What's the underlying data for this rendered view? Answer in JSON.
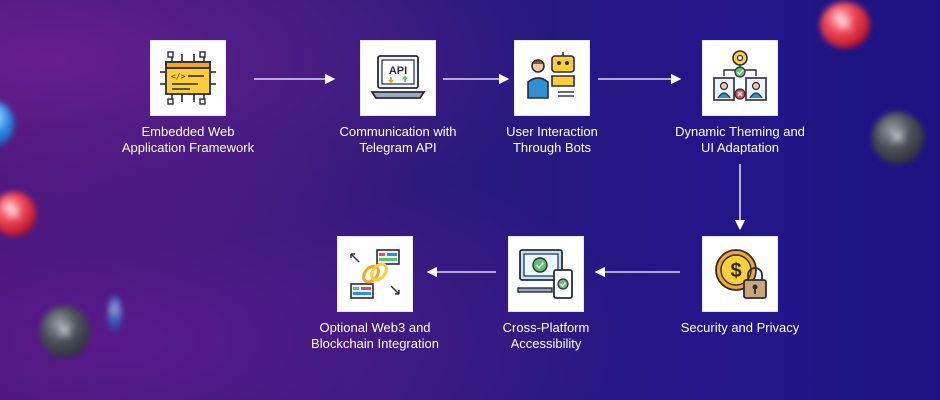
{
  "steps": [
    {
      "line1": "Embedded Web",
      "line2": "Application Framework",
      "icon": "code-window-icon"
    },
    {
      "line1": "Communication with",
      "line2": "Telegram API",
      "icon": "api-laptop-icon",
      "icon_text": "API"
    },
    {
      "line1": "User Interaction",
      "line2": "Through Bots",
      "icon": "user-bot-icon"
    },
    {
      "line1": "Dynamic Theming and",
      "line2": "UI Adaptation",
      "icon": "theme-settings-icon"
    },
    {
      "line1": "Security and Privacy",
      "line2": "",
      "icon": "secure-coin-lock-icon"
    },
    {
      "line1": "Cross-Platform",
      "line2": "Accessibility",
      "icon": "devices-check-icon"
    },
    {
      "line1": "Optional Web3 and",
      "line2": "Blockchain Integration",
      "icon": "blockchain-link-icon"
    }
  ],
  "colors": {
    "accent_yellow": "#ffcf3a",
    "accent_green": "#5ec26a",
    "dark_stroke": "#2b2b3a",
    "arrow": "#ffffff"
  }
}
